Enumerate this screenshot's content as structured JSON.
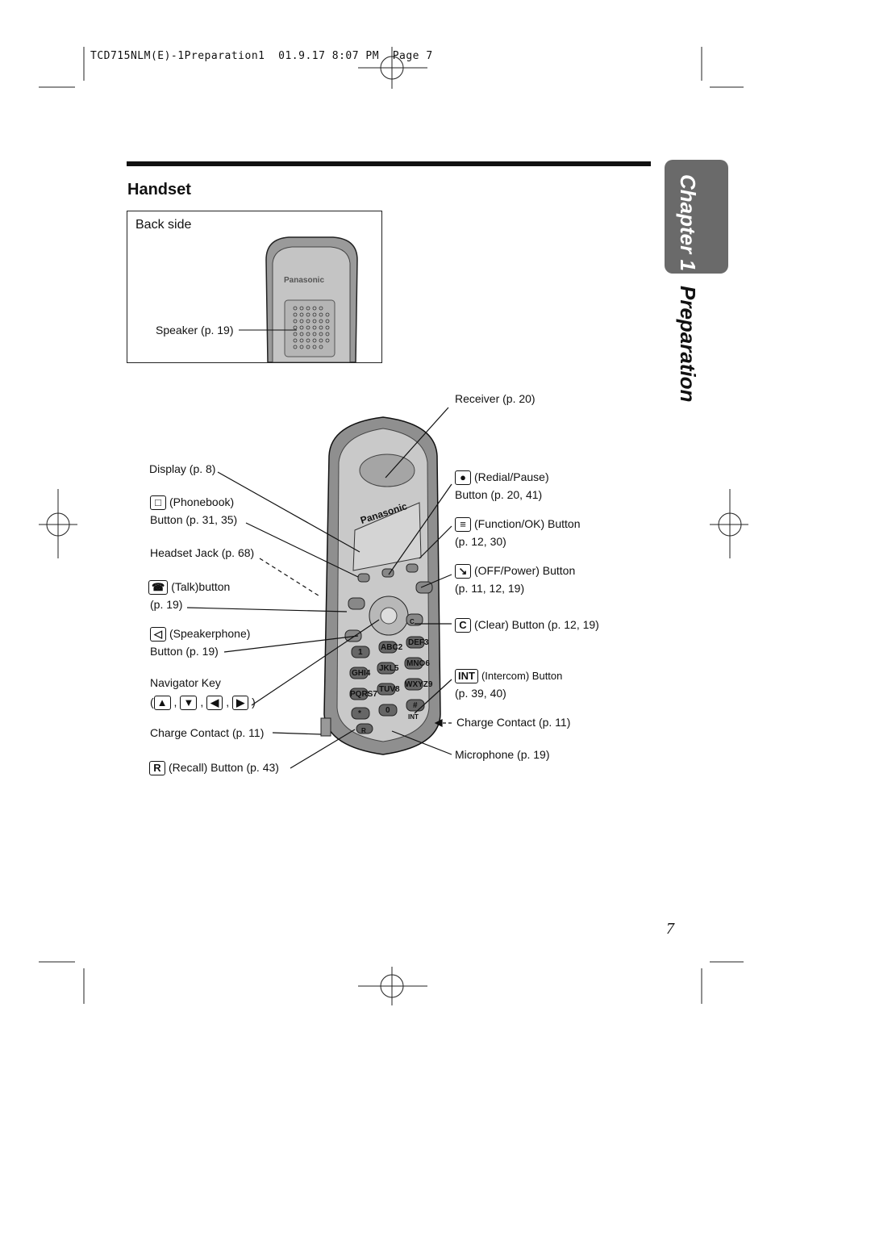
{
  "header": {
    "text": "TCD715NLM(E)-1Preparation1  01.9.17 8:07 PM  Page 7"
  },
  "section": {
    "title": "Handset"
  },
  "back_side": {
    "heading": "Back side",
    "speaker_label": "Speaker (p. 19)",
    "brand": "Panasonic"
  },
  "sidebar": {
    "chapter": "Chapter 1",
    "section": "Preparation"
  },
  "page_number": "7",
  "handset_brand": "Panasonic",
  "left_labels": {
    "display": "Display (p. 8)",
    "phonebook_name": "(Phonebook)",
    "phonebook_page": "Button (p. 31, 35)",
    "headset": "Headset Jack (p. 68)",
    "talk_name": "(Talk)button",
    "talk_page": "(p. 19)",
    "speakerphone_name": "(Speakerphone)",
    "speakerphone_page": "Button (p. 19)",
    "navigator": "Navigator Key",
    "charge_left": "Charge Contact (p. 11)",
    "recall_key": "R",
    "recall": "(Recall) Button (p. 43)"
  },
  "right_labels": {
    "receiver": "Receiver (p. 20)",
    "redial_name": "(Redial/Pause)",
    "redial_page": "Button (p. 20, 41)",
    "function_name": "(Function/OK) Button",
    "function_page": "(p. 12, 30)",
    "off_name": "(OFF/Power) Button",
    "off_page": "(p. 11, 12, 19)",
    "clear_key": "C",
    "clear": "(Clear) Button (p. 12, 19)",
    "intercom_key": "INT",
    "intercom_name": "(Intercom) Button",
    "intercom_page": "(p. 39, 40)",
    "charge_right": "Charge Contact (p. 11)",
    "microphone": "Microphone (p. 19)"
  },
  "keypad": {
    "keys": [
      "1",
      "ABC2",
      "DEF3",
      "GHI4",
      "JKL5",
      "MNO6",
      "PQRS7",
      "TUV8",
      "WXYZ9",
      "*",
      "0",
      "#"
    ],
    "int_label": "INT",
    "r_label": "R",
    "c_label": "C"
  }
}
